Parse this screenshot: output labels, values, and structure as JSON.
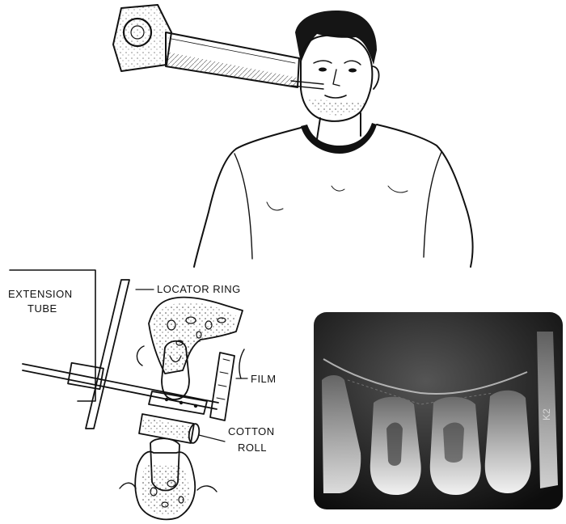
{
  "labels": {
    "extension_tube_line1": "EXTENSION",
    "extension_tube_line2": "TUBE",
    "locator_ring": "LOCATOR RING",
    "film": "FILM",
    "cotton_roll_line1": "COTTON",
    "cotton_roll_line2": "ROLL"
  },
  "radiograph": {
    "edge_marking": "K2"
  },
  "colors": {
    "ink": "#111111",
    "paper": "#ffffff",
    "xray_dark": "#1a1a1a",
    "xray_light": "#e6e6e6"
  }
}
